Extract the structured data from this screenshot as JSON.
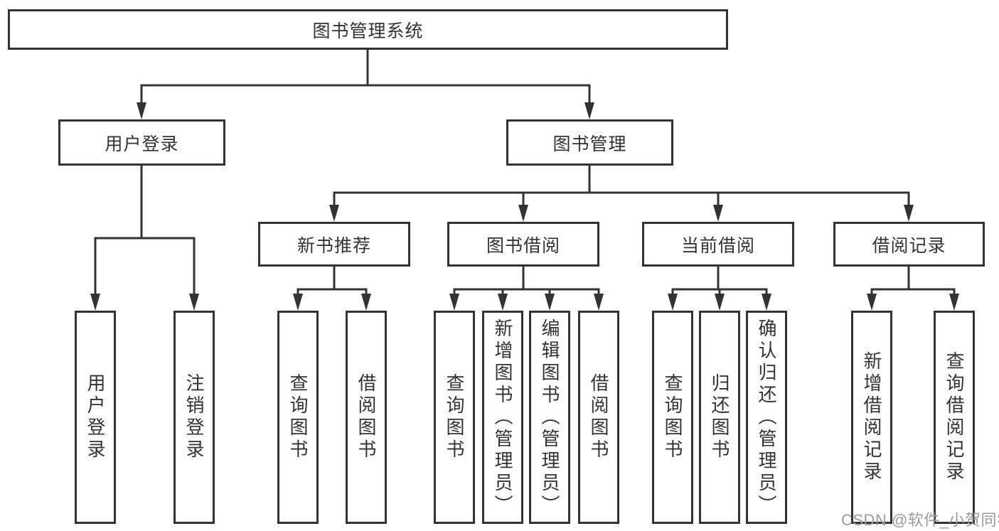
{
  "colors": {
    "line": "#333333",
    "box_border": "#333333",
    "box_background": "#ffffff",
    "text": "#333333",
    "watermark": "#9b9b9b"
  },
  "diagram": {
    "root": {
      "label": "图书管理系统"
    },
    "level2": [
      {
        "label": "用户登录"
      },
      {
        "label": "图书管理"
      }
    ],
    "level3": [
      {
        "label": "新书推荐"
      },
      {
        "label": "图书借阅"
      },
      {
        "label": "当前借阅"
      },
      {
        "label": "借阅记录"
      }
    ],
    "leaves": [
      {
        "label": "用户登录"
      },
      {
        "label": "注销登录"
      },
      {
        "label": "查询图书"
      },
      {
        "label": "借阅图书"
      },
      {
        "label": "查询图书"
      },
      {
        "label": "新增图书（管理员）"
      },
      {
        "label": "编辑图书（管理员）"
      },
      {
        "label": "借阅图书"
      },
      {
        "label": "查询图书"
      },
      {
        "label": "归还图书"
      },
      {
        "label": "确认归还（管理员）"
      },
      {
        "label": "新增借阅记录"
      },
      {
        "label": "查询借阅记录"
      }
    ]
  },
  "watermark": {
    "text": "CSDN @软件_小贺同学"
  }
}
